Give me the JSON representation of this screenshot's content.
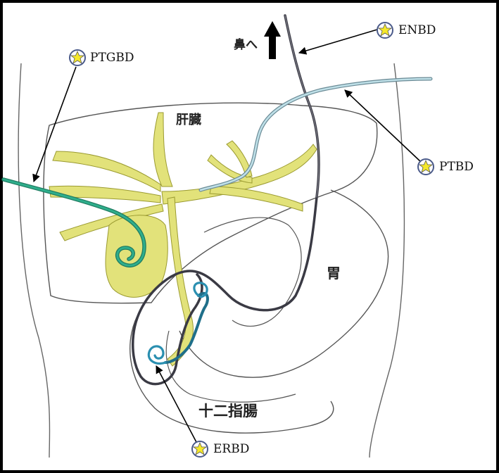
{
  "labels": {
    "ptgbd": "PTGBD",
    "enbd": "ENBD",
    "ptbd": "PTBD",
    "erbd": "ERBD",
    "nose": "鼻へ",
    "liver": "肝臓",
    "stomach": "胃",
    "duodenum": "十二指腸"
  },
  "icons": {
    "marker": "yellow-star-badge",
    "direction": "up-arrow"
  },
  "colors": {
    "frame": "#000000",
    "outline": "#555555",
    "biliary": "#e2e27a",
    "biliary_edge": "#9a9a30",
    "ptgbd_tube": "#2fae8c",
    "ptbd_tube": "#bfe0e8",
    "enbd_tube": "#3a3a44",
    "erbd_tube": "#2a8fb0",
    "star_fill": "#f5e82a",
    "star_ring": "#4a5a8a"
  }
}
